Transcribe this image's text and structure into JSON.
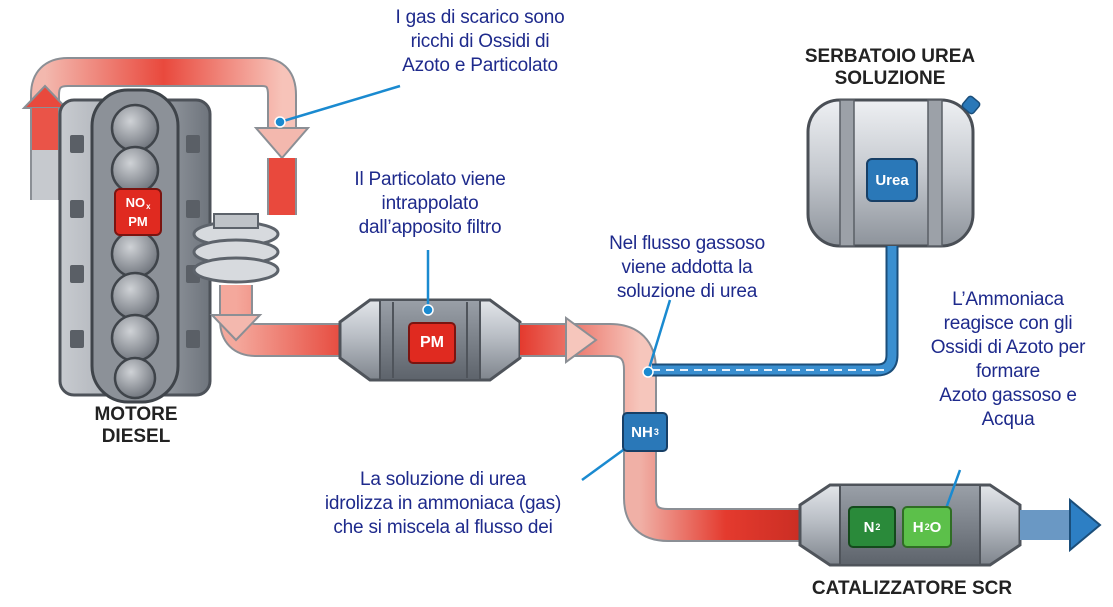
{
  "labels": {
    "engine_line1": "MOTORE",
    "engine_line2": "DIESEL",
    "tank_line1": "SERBATOIO UREA",
    "tank_line2": "SOLUZIONE",
    "catalyst": "CATALIZZATORE SCR"
  },
  "notes": {
    "exhaust": [
      "I gas di scarico sono",
      "ricchi di Ossidi di",
      "Azoto e Particolato"
    ],
    "filter": [
      "Il Particolato viene",
      "intrappolato",
      "dall’apposito filtro"
    ],
    "injection": [
      "Nel flusso gassoso",
      "viene addotta la",
      "soluzione di urea"
    ],
    "reaction": [
      "L’Ammoniaca",
      "reagisce con gli",
      "Ossidi di Azoto per",
      "formare",
      "Azoto gassoso e",
      "Acqua"
    ],
    "hydrolysis": [
      "La soluzione di urea",
      "idrolizza in ammoniaca (gas)",
      "che si miscela al flusso dei"
    ]
  },
  "chips": {
    "engine_nox": "NO",
    "engine_nox_sub": "x",
    "engine_pm": "PM",
    "filter_pm": "PM",
    "tank_urea": "Urea",
    "nh3": "NH",
    "nh3_sub": "3",
    "n2": "N",
    "n2_sub": "2",
    "h2o_h": "H",
    "h2o_sub": "2",
    "h2o_o": "O"
  },
  "colors": {
    "note_text": "#1e2a8c",
    "exhaust_hot": "#e8382c",
    "exhaust_light": "#f8c8c0",
    "clean_flow": "#3a8fd0",
    "urea_blue": "#2a78b8",
    "callout_line": "#1a8ad0",
    "component_gray": "#9aa0a8",
    "red_chip": "#e02a20",
    "green_dark": "#2a8a3a",
    "green_light": "#5cc04a"
  }
}
